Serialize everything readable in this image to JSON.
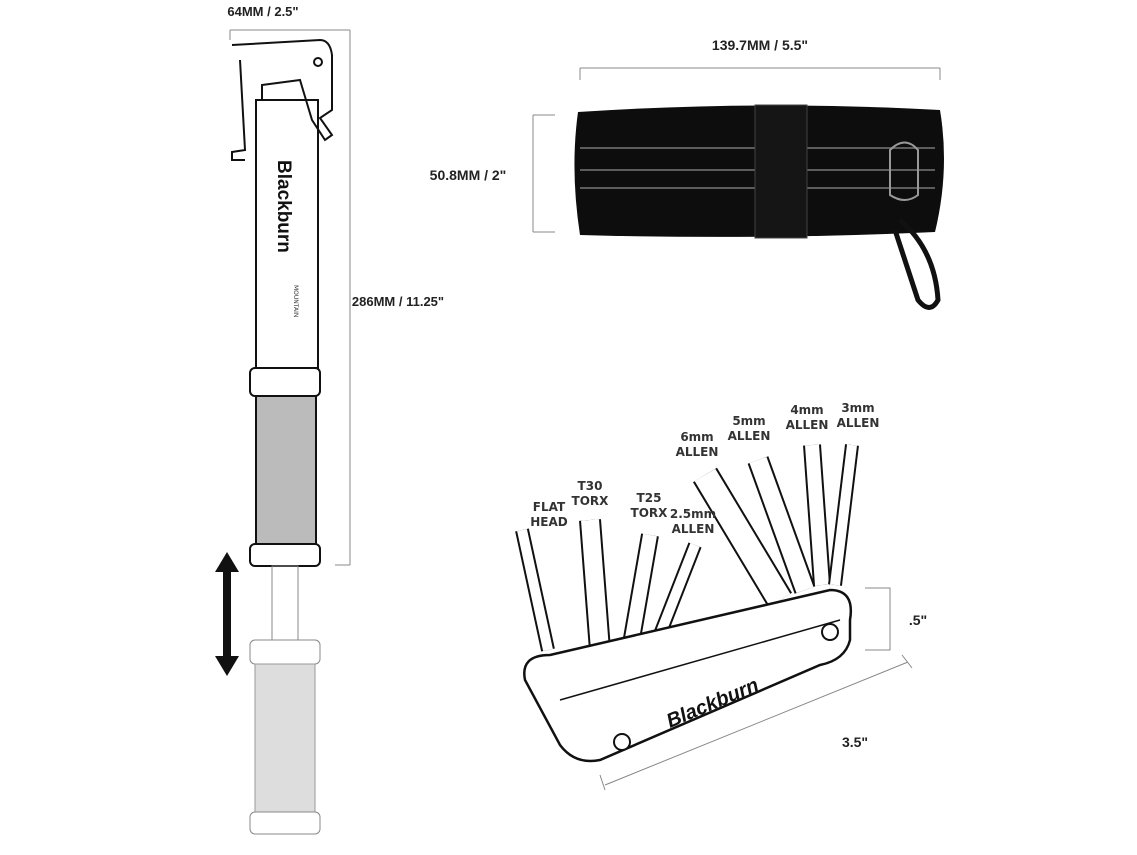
{
  "pump": {
    "width_label": "64MM / 2.5\"",
    "length_label": "286MM / 11.25\"",
    "brand": "Blackburn",
    "subtitle": "MOUNTAIN"
  },
  "bag": {
    "width_label": "139.7MM / 5.5\"",
    "height_label": "50.8MM / 2\""
  },
  "multitool": {
    "brand": "Blackburn",
    "thickness_label": ".5\"",
    "length_label": "3.5\"",
    "bits": [
      {
        "line1": "FLAT",
        "line2": "HEAD"
      },
      {
        "line1": "T30",
        "line2": "TORX"
      },
      {
        "line1": "T25",
        "line2": "TORX"
      },
      {
        "line1": "2.5mm",
        "line2": "ALLEN"
      },
      {
        "line1": "6mm",
        "line2": "ALLEN"
      },
      {
        "line1": "5mm",
        "line2": "ALLEN"
      },
      {
        "line1": "4mm",
        "line2": "ALLEN"
      },
      {
        "line1": "3mm",
        "line2": "ALLEN"
      }
    ]
  },
  "colors": {
    "line": "#111111",
    "dim": "#888888",
    "bag": "#0d0d0d"
  }
}
